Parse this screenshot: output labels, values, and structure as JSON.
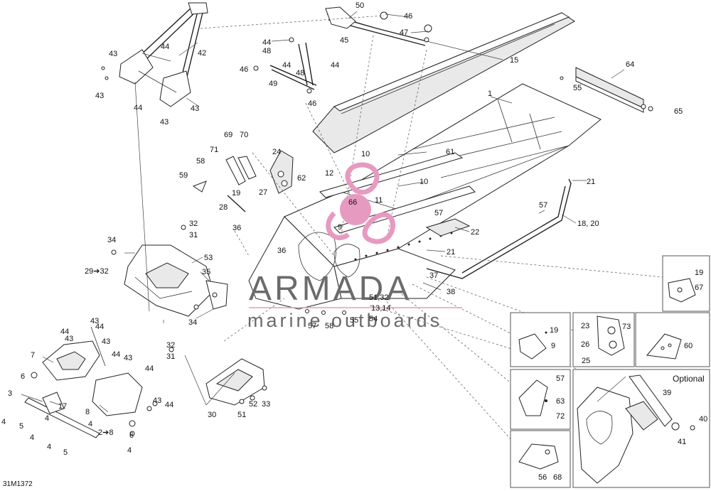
{
  "diagram": {
    "drawing_code": "31M1372",
    "optional_label": "Optional",
    "watermark": {
      "brand": "ARMADA",
      "tagline": "marine outboards",
      "badge": "66",
      "color": "#e79ac0",
      "text_color": "#6b6b6b"
    },
    "callouts": [
      {
        "id": "c50",
        "text": "50"
      },
      {
        "id": "c46a",
        "text": "46"
      },
      {
        "id": "c47",
        "text": "47"
      },
      {
        "id": "c44a",
        "text": "44"
      },
      {
        "id": "c48a",
        "text": "48"
      },
      {
        "id": "c45",
        "text": "45"
      },
      {
        "id": "c46b",
        "text": "46"
      },
      {
        "id": "c44b",
        "text": "44"
      },
      {
        "id": "c48b",
        "text": "48"
      },
      {
        "id": "c44c",
        "text": "44"
      },
      {
        "id": "c49",
        "text": "49"
      },
      {
        "id": "c46c",
        "text": "46"
      },
      {
        "id": "c15",
        "text": "15"
      },
      {
        "id": "c42",
        "text": "42"
      },
      {
        "id": "c43a",
        "text": "43"
      },
      {
        "id": "c44d",
        "text": "44"
      },
      {
        "id": "c43b",
        "text": "43"
      },
      {
        "id": "c44e",
        "text": "44"
      },
      {
        "id": "c43c",
        "text": "43"
      },
      {
        "id": "c43d",
        "text": "43"
      },
      {
        "id": "c64",
        "text": "64"
      },
      {
        "id": "c55a",
        "text": "55"
      },
      {
        "id": "c65",
        "text": "65"
      },
      {
        "id": "c1",
        "text": "1"
      },
      {
        "id": "c69",
        "text": "69"
      },
      {
        "id": "c70",
        "text": "70"
      },
      {
        "id": "c71",
        "text": "71"
      },
      {
        "id": "c24",
        "text": "24"
      },
      {
        "id": "c58a",
        "text": "58"
      },
      {
        "id": "c10a",
        "text": "10"
      },
      {
        "id": "c61",
        "text": "61"
      },
      {
        "id": "c12",
        "text": "12"
      },
      {
        "id": "c62",
        "text": "62"
      },
      {
        "id": "c10b",
        "text": "10"
      },
      {
        "id": "c21a",
        "text": "21"
      },
      {
        "id": "c59",
        "text": "59"
      },
      {
        "id": "c19a",
        "text": "19"
      },
      {
        "id": "c27",
        "text": "27"
      },
      {
        "id": "c28",
        "text": "28"
      },
      {
        "id": "c11",
        "text": "11"
      },
      {
        "id": "c57a",
        "text": "57"
      },
      {
        "id": "c57b",
        "text": "57"
      },
      {
        "id": "c32a",
        "text": "32"
      },
      {
        "id": "c31a",
        "text": "31"
      },
      {
        "id": "c9",
        "text": "9"
      },
      {
        "id": "c18",
        "text": "18, 20"
      },
      {
        "id": "c22",
        "text": "22"
      },
      {
        "id": "c34a",
        "text": "34"
      },
      {
        "id": "c36a",
        "text": "36"
      },
      {
        "id": "c21b",
        "text": "21"
      },
      {
        "id": "c53",
        "text": "53"
      },
      {
        "id": "c36b",
        "text": "36"
      },
      {
        "id": "c29",
        "text": "29➔32"
      },
      {
        "id": "c35",
        "text": "35"
      },
      {
        "id": "c37",
        "text": "37"
      },
      {
        "id": "c19b",
        "text": "19"
      },
      {
        "id": "c67",
        "text": "67"
      },
      {
        "id": "c38",
        "text": "38"
      },
      {
        "id": "c51",
        "text": "51,32"
      },
      {
        "id": "c13",
        "text": "13,14"
      },
      {
        "id": "c34b",
        "text": "34"
      },
      {
        "id": "c55b",
        "text": "55"
      },
      {
        "id": "c54",
        "text": "54"
      },
      {
        "id": "c57c",
        "text": "57"
      },
      {
        "id": "c58b",
        "text": "58"
      },
      {
        "id": "c44f",
        "text": "44"
      },
      {
        "id": "c43e",
        "text": "43"
      },
      {
        "id": "c44g",
        "text": "44"
      },
      {
        "id": "c43f",
        "text": "43"
      },
      {
        "id": "c43g",
        "text": "43"
      },
      {
        "id": "c44h",
        "text": "44"
      },
      {
        "id": "c19c",
        "text": "19"
      },
      {
        "id": "c9b",
        "text": "9"
      },
      {
        "id": "c23",
        "text": "23"
      },
      {
        "id": "c73",
        "text": "73"
      },
      {
        "id": "c26",
        "text": "26"
      },
      {
        "id": "c25",
        "text": "25"
      },
      {
        "id": "c60",
        "text": "60"
      },
      {
        "id": "c7",
        "text": "7"
      },
      {
        "id": "c32b",
        "text": "32"
      },
      {
        "id": "c31b",
        "text": "31"
      },
      {
        "id": "c43h",
        "text": "43"
      },
      {
        "id": "c44i",
        "text": "44"
      },
      {
        "id": "c6a",
        "text": "6"
      },
      {
        "id": "c57d",
        "text": "57"
      },
      {
        "id": "c39",
        "text": "39"
      },
      {
        "id": "c3",
        "text": "3"
      },
      {
        "id": "c17",
        "text": "17"
      },
      {
        "id": "c43i",
        "text": "43"
      },
      {
        "id": "c44j",
        "text": "44"
      },
      {
        "id": "c63",
        "text": "63"
      },
      {
        "id": "c8",
        "text": "8"
      },
      {
        "id": "c4a",
        "text": "4"
      },
      {
        "id": "c5a",
        "text": "5"
      },
      {
        "id": "c4b",
        "text": "4"
      },
      {
        "id": "c30",
        "text": "30"
      },
      {
        "id": "c51b",
        "text": "51"
      },
      {
        "id": "c52",
        "text": "52"
      },
      {
        "id": "c33",
        "text": "33"
      },
      {
        "id": "c72",
        "text": "72"
      },
      {
        "id": "c4c",
        "text": "4"
      },
      {
        "id": "c2",
        "text": "2➔8"
      },
      {
        "id": "c6b",
        "text": "6"
      },
      {
        "id": "c40",
        "text": "40"
      },
      {
        "id": "c41",
        "text": "41"
      },
      {
        "id": "c4d",
        "text": "4"
      },
      {
        "id": "c5b",
        "text": "5"
      },
      {
        "id": "c4e",
        "text": "4"
      },
      {
        "id": "c56",
        "text": "56"
      },
      {
        "id": "c68",
        "text": "68"
      },
      {
        "id": "c4f",
        "text": "4"
      }
    ]
  }
}
